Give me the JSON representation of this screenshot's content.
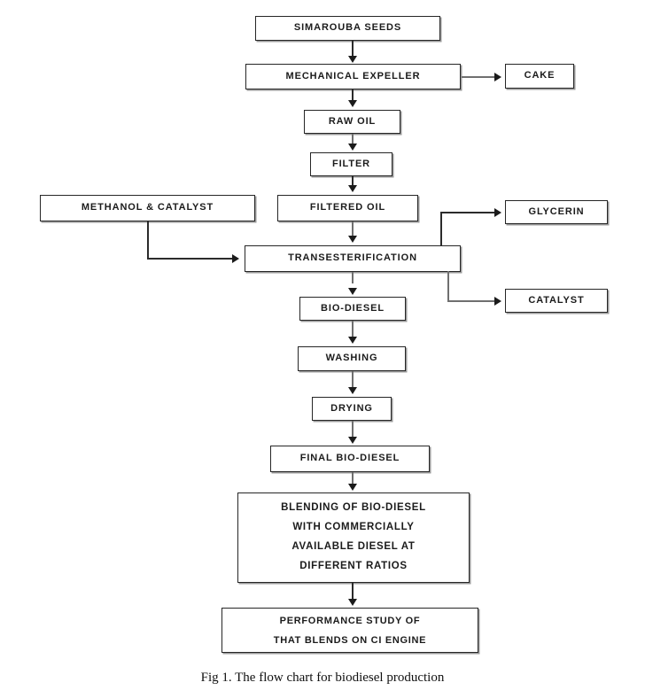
{
  "figure": {
    "caption": "Fig 1. The flow chart for biodiesel production",
    "colors": {
      "box_border": "#262626",
      "box_fill": "#ffffff",
      "box_shadow": "#9a9a9a",
      "connector": "#2b2b2b",
      "text": "#1b1b1b",
      "background": "#ffffff"
    }
  },
  "chart_data": {
    "type": "diagram",
    "title": "Fig 1. The flow chart for biodiesel production",
    "nodes": [
      {
        "id": "simarouba_seeds",
        "label": "SIMAROUBA SEEDS",
        "lines": [
          "SIMAROUBA SEEDS"
        ]
      },
      {
        "id": "mechanical_expeller",
        "label": "MECHANICAL EXPELLER",
        "lines": [
          "MECHANICAL EXPELLER"
        ]
      },
      {
        "id": "cake",
        "label": "CAKE",
        "lines": [
          "CAKE"
        ]
      },
      {
        "id": "raw_oil",
        "label": "RAW OIL",
        "lines": [
          "RAW OIL"
        ]
      },
      {
        "id": "filter",
        "label": "FILTER",
        "lines": [
          "FILTER"
        ]
      },
      {
        "id": "methanol_catalyst",
        "label": "METHANOL & CATALYST",
        "lines": [
          "METHANOL & CATALYST"
        ]
      },
      {
        "id": "filtered_oil",
        "label": "FILTERED OIL",
        "lines": [
          "FILTERED OIL"
        ]
      },
      {
        "id": "glycerin",
        "label": "GLYCERIN",
        "lines": [
          "GLYCERIN"
        ]
      },
      {
        "id": "transesterification",
        "label": "TRANSESTERIFICATION",
        "lines": [
          "TRANSESTERIFICATION"
        ]
      },
      {
        "id": "catalyst",
        "label": "CATALYST",
        "lines": [
          "CATALYST"
        ]
      },
      {
        "id": "bio_diesel",
        "label": "BIO-DIESEL",
        "lines": [
          "BIO-DIESEL"
        ]
      },
      {
        "id": "washing",
        "label": "WASHING",
        "lines": [
          "WASHING"
        ]
      },
      {
        "id": "drying",
        "label": "DRYING",
        "lines": [
          "DRYING"
        ]
      },
      {
        "id": "final_bio_diesel",
        "label": "FINAL BIO-DIESEL",
        "lines": [
          "FINAL BIO-DIESEL"
        ]
      },
      {
        "id": "blending",
        "label": "BLENDING OF BIO-DIESEL WITH COMMERCIALLY AVAILABLE DIESEL AT DIFFERENT RATIOS",
        "lines": [
          "BLENDING  OF BIO-DIESEL",
          "WITH COMMERCIALLY",
          "AVAILABLE DIESEL AT",
          "DIFFERENT RATIOS"
        ]
      },
      {
        "id": "performance_study",
        "label": "PERFORMANCE STUDY OF THAT BLENDS ON CI ENGINE",
        "lines": [
          "PERFORMANCE  STUDY OF",
          "THAT BLENDS  ON CI ENGINE"
        ]
      }
    ],
    "edges": [
      {
        "from": "simarouba_seeds",
        "to": "mechanical_expeller",
        "direction": "down"
      },
      {
        "from": "mechanical_expeller",
        "to": "cake",
        "direction": "right"
      },
      {
        "from": "mechanical_expeller",
        "to": "raw_oil",
        "direction": "down"
      },
      {
        "from": "raw_oil",
        "to": "filter",
        "direction": "down"
      },
      {
        "from": "filter",
        "to": "filtered_oil",
        "direction": "down"
      },
      {
        "from": "filtered_oil",
        "to": "transesterification",
        "direction": "down"
      },
      {
        "from": "methanol_catalyst",
        "to": "transesterification",
        "direction": "down-right"
      },
      {
        "from": "transesterification",
        "to": "glycerin",
        "direction": "up-right"
      },
      {
        "from": "transesterification",
        "to": "catalyst",
        "direction": "down-right"
      },
      {
        "from": "transesterification",
        "to": "bio_diesel",
        "direction": "down"
      },
      {
        "from": "bio_diesel",
        "to": "washing",
        "direction": "down"
      },
      {
        "from": "washing",
        "to": "drying",
        "direction": "down"
      },
      {
        "from": "drying",
        "to": "final_bio_diesel",
        "direction": "down"
      },
      {
        "from": "final_bio_diesel",
        "to": "blending",
        "direction": "down"
      },
      {
        "from": "blending",
        "to": "performance_study",
        "direction": "down"
      }
    ]
  }
}
